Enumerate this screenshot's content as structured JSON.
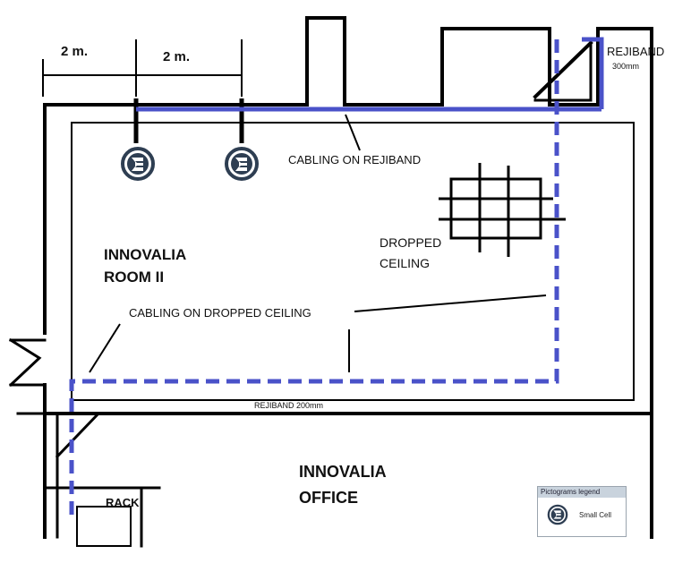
{
  "diagram": {
    "dim_left": "2 m.",
    "dim_right": "2 m.",
    "rejiband_top": "REJIBAND",
    "rejiband_top_size": "300mm",
    "cabling_rejiband": "CABLING ON REJIBAND",
    "room_name_line1": "INNOVALIA",
    "room_name_line2": "ROOM II",
    "dropped_line1": "DROPPED",
    "dropped_line2": "CEILING",
    "cabling_dropped": "CABLING ON DROPPED CEILING",
    "rejiband_bottom": "REJIBAND 200mm",
    "office_line1": "INNOVALIA",
    "office_line2": "OFFICE",
    "rack": "RACK"
  },
  "legend": {
    "title": "Pictograms legend",
    "small_cell": "Small Cell",
    "icon": "small-cell-icon"
  },
  "colors": {
    "wall": "#000000",
    "cable": "#4a52c9",
    "icon_fill": "#2e3e52"
  }
}
